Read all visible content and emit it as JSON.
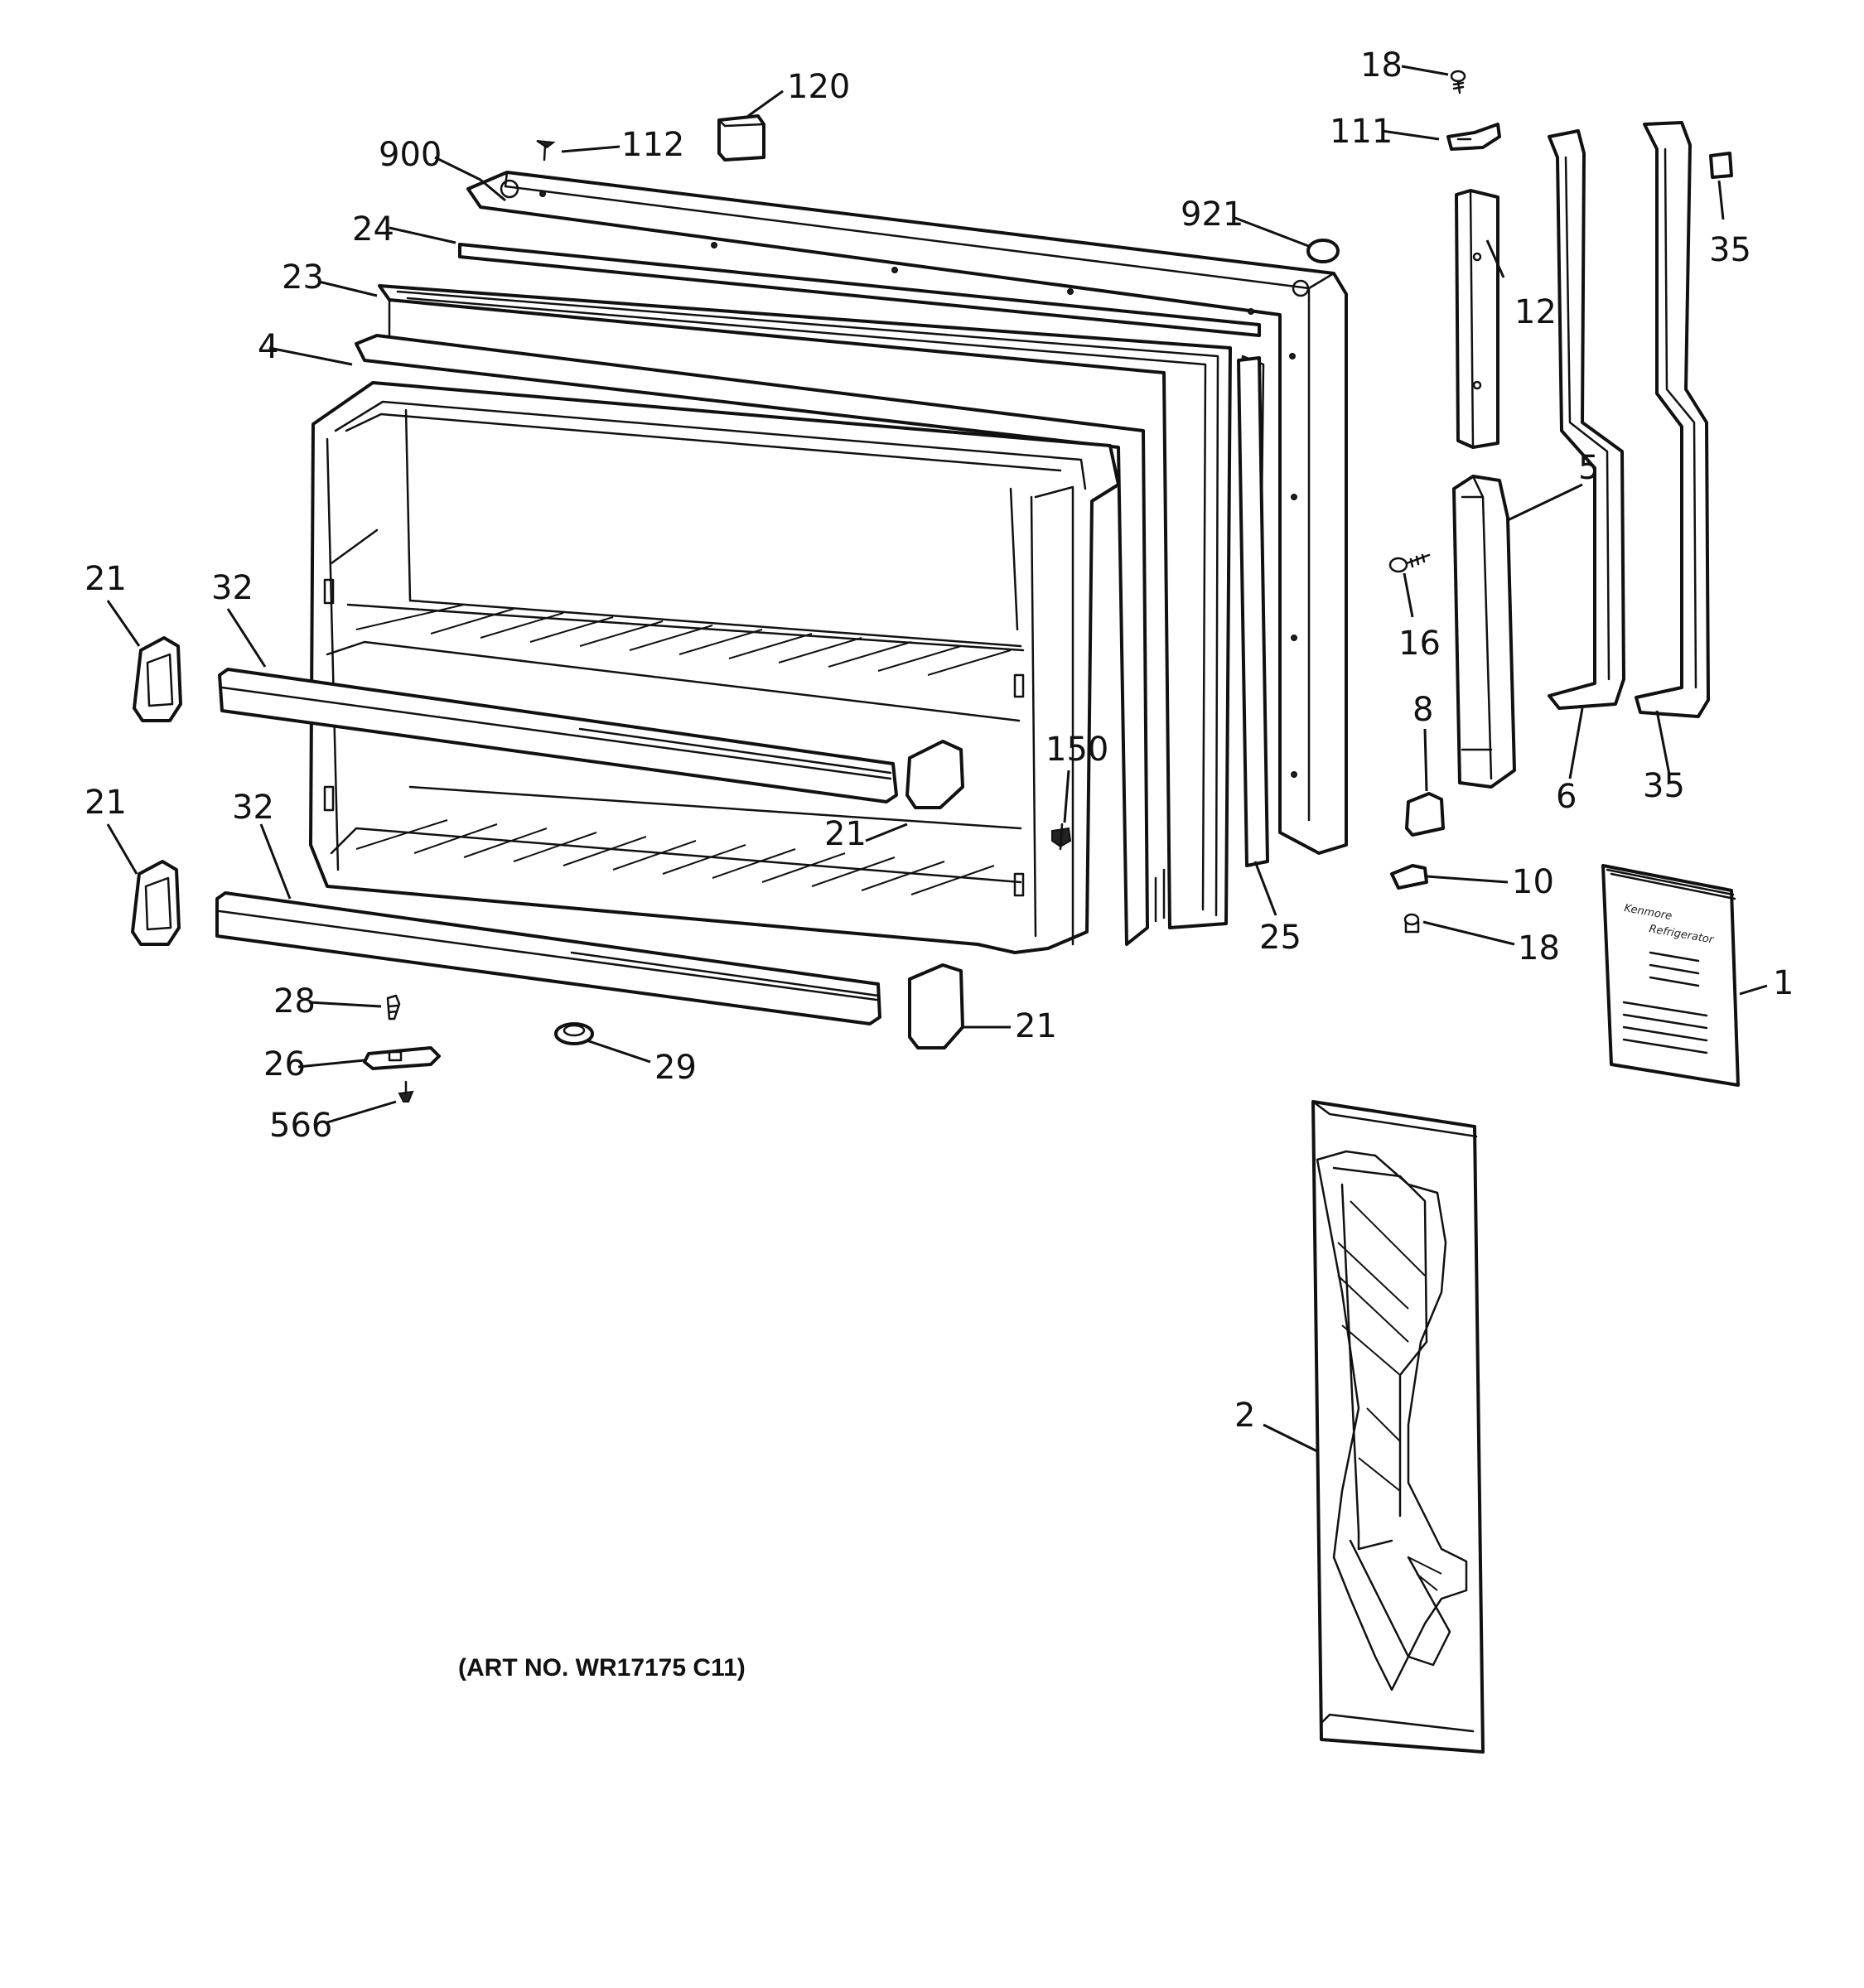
{
  "diagram": {
    "art_number": "(ART NO. WR17175 C11)",
    "manual_text": [
      "Kenmore",
      "Refrigerator"
    ],
    "callouts": {
      "c18a": "18",
      "c120": "120",
      "c111": "111",
      "c112": "112",
      "c900": "900",
      "c921": "921",
      "c24": "24",
      "c23": "23",
      "c12": "12",
      "c35a": "35",
      "c4": "4",
      "c5": "5",
      "c21a": "21",
      "c32a": "32",
      "c16": "16",
      "c8": "8",
      "c150": "150",
      "c21b": "21",
      "c6": "6",
      "c35b": "35",
      "c21c": "21",
      "c32b": "32",
      "c10": "10",
      "c25": "25",
      "c18b": "18",
      "c1": "1",
      "c28": "28",
      "c21d": "21",
      "c26": "26",
      "c29": "29",
      "c566": "566",
      "c2": "2"
    }
  }
}
